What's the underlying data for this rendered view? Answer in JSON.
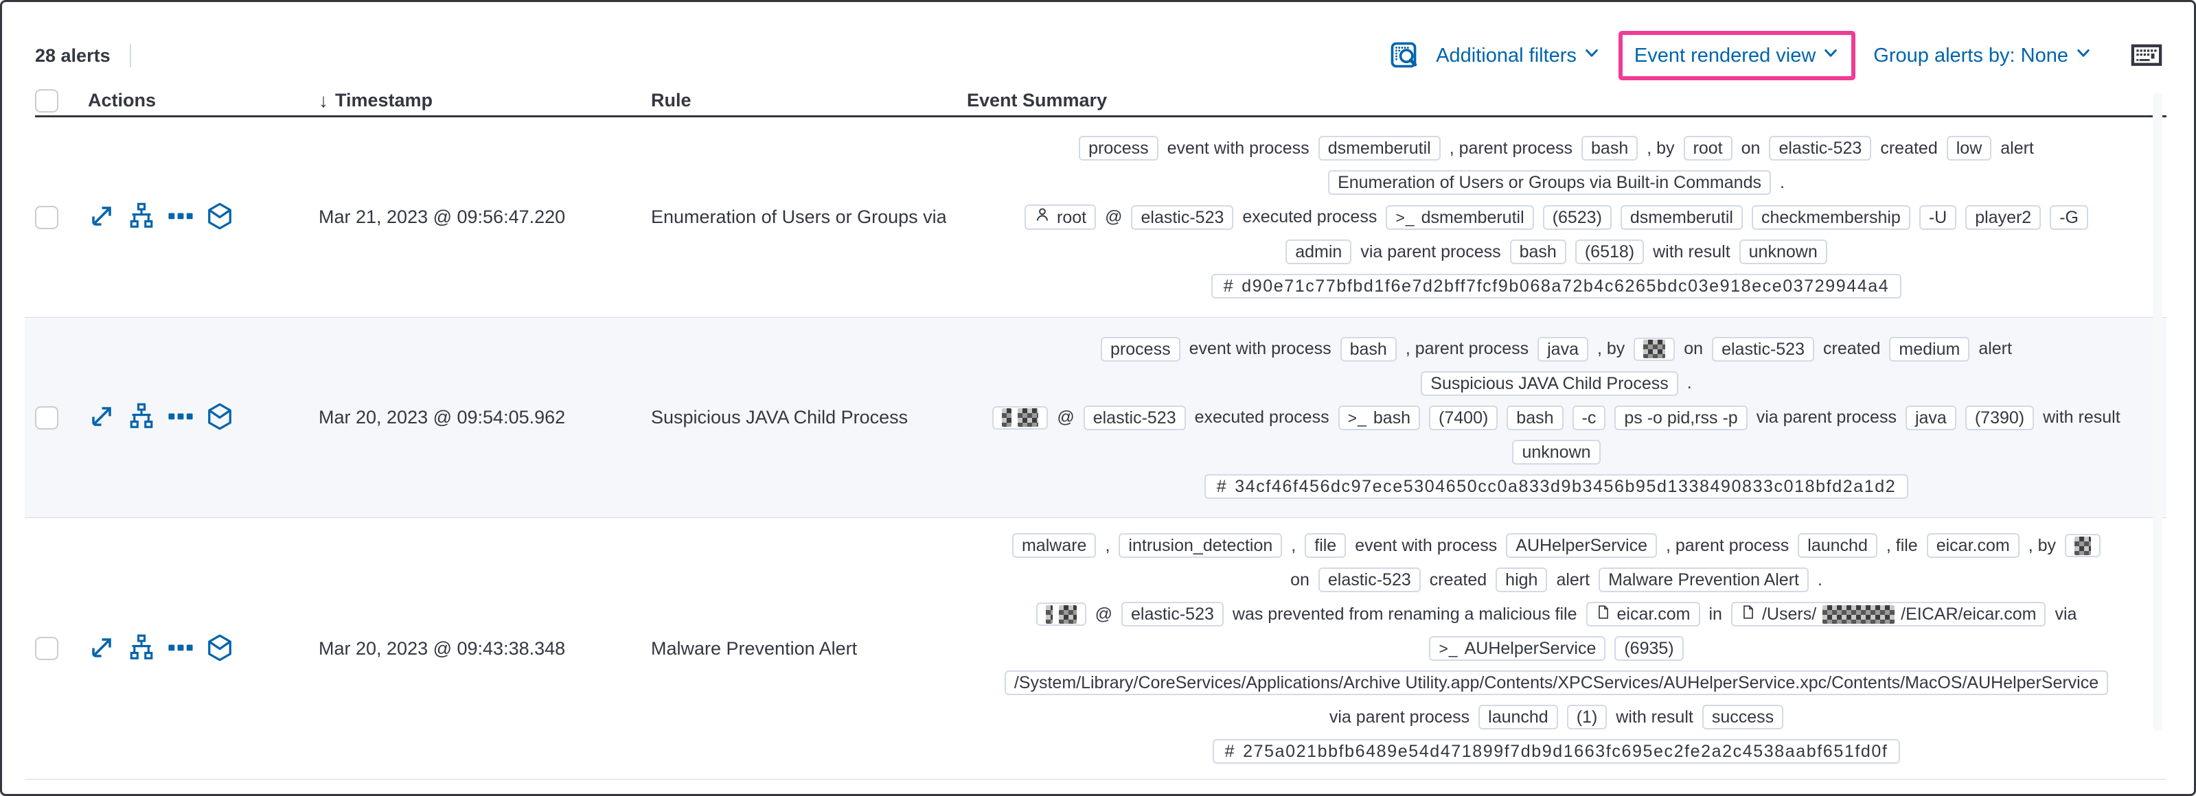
{
  "page": {
    "alerts_count": "28 alerts"
  },
  "colors": {
    "accent_blue": "#0064ab",
    "highlight_pink": "#ee3d96",
    "text_dark": "#343741",
    "badge_border": "#d3dae6",
    "row_alt_bg": "#f5f7fa"
  },
  "icons": {
    "sort_desc": "↓",
    "terminal_prompt": ">_",
    "hash_prefix": "#"
  },
  "toolbar": {
    "additional_filters": "Additional filters",
    "event_rendered_view": "Event rendered view",
    "group_alerts": "Group alerts by: None"
  },
  "table": {
    "headers": {
      "actions": "Actions",
      "timestamp": "Timestamp",
      "rule": "Rule",
      "event_summary": "Event Summary"
    }
  },
  "rows": [
    {
      "timestamp": "Mar 21, 2023 @ 09:56:47.220",
      "rule": "Enumeration of Users or Groups via Bui",
      "summary_lines": [
        [
          {
            "type": "badge",
            "text": "process"
          },
          {
            "type": "text",
            "text": "event with process"
          },
          {
            "type": "badge",
            "text": "dsmemberutil"
          },
          {
            "type": "text",
            "text": ", parent process"
          },
          {
            "type": "badge",
            "text": "bash"
          },
          {
            "type": "text",
            "text": ", by"
          },
          {
            "type": "badge",
            "text": "root"
          },
          {
            "type": "text",
            "text": "on"
          },
          {
            "type": "badge",
            "text": "elastic-523"
          },
          {
            "type": "text",
            "text": "created"
          },
          {
            "type": "badge",
            "text": "low"
          },
          {
            "type": "text",
            "text": "alert"
          }
        ],
        [
          {
            "type": "badge",
            "text": "Enumeration of Users or Groups via Built-in Commands"
          },
          {
            "type": "text",
            "text": "."
          }
        ],
        [
          {
            "type": "badge",
            "icon": "user",
            "text": "root"
          },
          {
            "type": "text",
            "text": "@"
          },
          {
            "type": "badge",
            "text": "elastic-523"
          },
          {
            "type": "text",
            "text": "executed process"
          },
          {
            "type": "badge",
            "icon": "terminal",
            "text": "dsmemberutil"
          },
          {
            "type": "badge",
            "text": "(6523)"
          },
          {
            "type": "badge",
            "text": "dsmemberutil"
          },
          {
            "type": "badge",
            "text": "checkmembership"
          },
          {
            "type": "badge",
            "text": "-U"
          },
          {
            "type": "badge",
            "text": "player2"
          },
          {
            "type": "badge",
            "text": "-G"
          }
        ],
        [
          {
            "type": "badge",
            "text": "admin"
          },
          {
            "type": "text",
            "text": "via parent process"
          },
          {
            "type": "badge",
            "text": "bash"
          },
          {
            "type": "badge",
            "text": "(6518)"
          },
          {
            "type": "text",
            "text": "with result"
          },
          {
            "type": "badge",
            "text": "unknown"
          }
        ],
        [
          {
            "type": "badge",
            "icon": "hash",
            "text": "d90e71c77bfbd1f6e7d2bff7fcf9b068a72b4c6265bdc03e918ece03729944a4"
          }
        ]
      ]
    },
    {
      "timestamp": "Mar 20, 2023 @ 09:54:05.962",
      "rule": "Suspicious JAVA Child Process",
      "summary_lines": [
        [
          {
            "type": "badge",
            "text": "process"
          },
          {
            "type": "text",
            "text": "event with process"
          },
          {
            "type": "badge",
            "text": "bash"
          },
          {
            "type": "text",
            "text": ", parent process"
          },
          {
            "type": "badge",
            "text": "java"
          },
          {
            "type": "text",
            "text": ", by"
          },
          {
            "type": "badge",
            "redacted": [
              32
            ]
          },
          {
            "type": "text",
            "text": "on"
          },
          {
            "type": "badge",
            "text": "elastic-523"
          },
          {
            "type": "text",
            "text": "created"
          },
          {
            "type": "badge",
            "text": "medium"
          },
          {
            "type": "text",
            "text": "alert"
          }
        ],
        [
          {
            "type": "badge",
            "text": "Suspicious JAVA Child Process"
          },
          {
            "type": "text",
            "text": "."
          }
        ],
        [
          {
            "type": "badge",
            "redacted": [
              14,
              30
            ]
          },
          {
            "type": "text",
            "text": "@"
          },
          {
            "type": "badge",
            "text": "elastic-523"
          },
          {
            "type": "text",
            "text": "executed process"
          },
          {
            "type": "badge",
            "icon": "terminal",
            "text": "bash"
          },
          {
            "type": "badge",
            "text": "(7400)"
          },
          {
            "type": "badge",
            "text": "bash"
          },
          {
            "type": "badge",
            "text": "-c"
          },
          {
            "type": "badge",
            "text": "ps -o pid,rss -p"
          },
          {
            "type": "text",
            "text": "via parent process"
          },
          {
            "type": "badge",
            "text": "java"
          },
          {
            "type": "badge",
            "text": "(7390)"
          },
          {
            "type": "text",
            "text": "with result"
          }
        ],
        [
          {
            "type": "badge",
            "text": "unknown"
          }
        ],
        [
          {
            "type": "badge",
            "icon": "hash",
            "text": "34cf46f456dc97ece5304650cc0a833d9b3456b95d1338490833c018bfd2a1d2"
          }
        ]
      ]
    },
    {
      "timestamp": "Mar 20, 2023 @ 09:43:38.348",
      "rule": "Malware Prevention Alert",
      "summary_lines": [
        [
          {
            "type": "badge",
            "text": "malware"
          },
          {
            "type": "text",
            "text": ","
          },
          {
            "type": "badge",
            "text": "intrusion_detection"
          },
          {
            "type": "text",
            "text": ","
          },
          {
            "type": "badge",
            "text": "file"
          },
          {
            "type": "text",
            "text": "event with process"
          },
          {
            "type": "badge",
            "text": "AUHelperService"
          },
          {
            "type": "text",
            "text": ", parent process"
          },
          {
            "type": "badge",
            "text": "launchd"
          },
          {
            "type": "text",
            "text": ", file"
          },
          {
            "type": "badge",
            "text": "eicar.com"
          },
          {
            "type": "text",
            "text": ", by"
          },
          {
            "type": "badge",
            "redacted": [
              24
            ]
          }
        ],
        [
          {
            "type": "text",
            "text": "on"
          },
          {
            "type": "badge",
            "text": "elastic-523"
          },
          {
            "type": "text",
            "text": "created"
          },
          {
            "type": "badge",
            "text": "high"
          },
          {
            "type": "text",
            "text": "alert"
          },
          {
            "type": "badge",
            "text": "Malware Prevention Alert"
          },
          {
            "type": "text",
            "text": "."
          }
        ],
        [
          {
            "type": "badge",
            "redacted": [
              10,
              26
            ]
          },
          {
            "type": "text",
            "text": "@"
          },
          {
            "type": "badge",
            "text": "elastic-523"
          },
          {
            "type": "text",
            "text": "was prevented from renaming a malicious file"
          },
          {
            "type": "badge",
            "icon": "file",
            "text": "eicar.com"
          },
          {
            "type": "text",
            "text": "in"
          },
          {
            "type": "badge",
            "icon": "file",
            "parts": [
              {
                "text": "/Users/"
              },
              {
                "redacted": 105
              },
              {
                "text": "/EICAR/eicar.com"
              }
            ]
          },
          {
            "type": "text",
            "text": "via"
          }
        ],
        [
          {
            "type": "badge",
            "icon": "terminal",
            "text": "AUHelperService"
          },
          {
            "type": "badge",
            "text": "(6935)"
          }
        ],
        [
          {
            "type": "badge",
            "text": "/System/Library/CoreServices/Applications/Archive Utility.app/Contents/XPCServices/AUHelperService.xpc/Contents/MacOS/AUHelperService"
          }
        ],
        [
          {
            "type": "text",
            "text": "via parent process"
          },
          {
            "type": "badge",
            "text": "launchd"
          },
          {
            "type": "badge",
            "text": "(1)"
          },
          {
            "type": "text",
            "text": "with result"
          },
          {
            "type": "badge",
            "text": "success"
          }
        ],
        [
          {
            "type": "badge",
            "icon": "hash",
            "text": "275a021bbfb6489e54d471899f7db9d1663fc695ec2fe2a2c4538aabf651fd0f"
          }
        ]
      ]
    }
  ]
}
